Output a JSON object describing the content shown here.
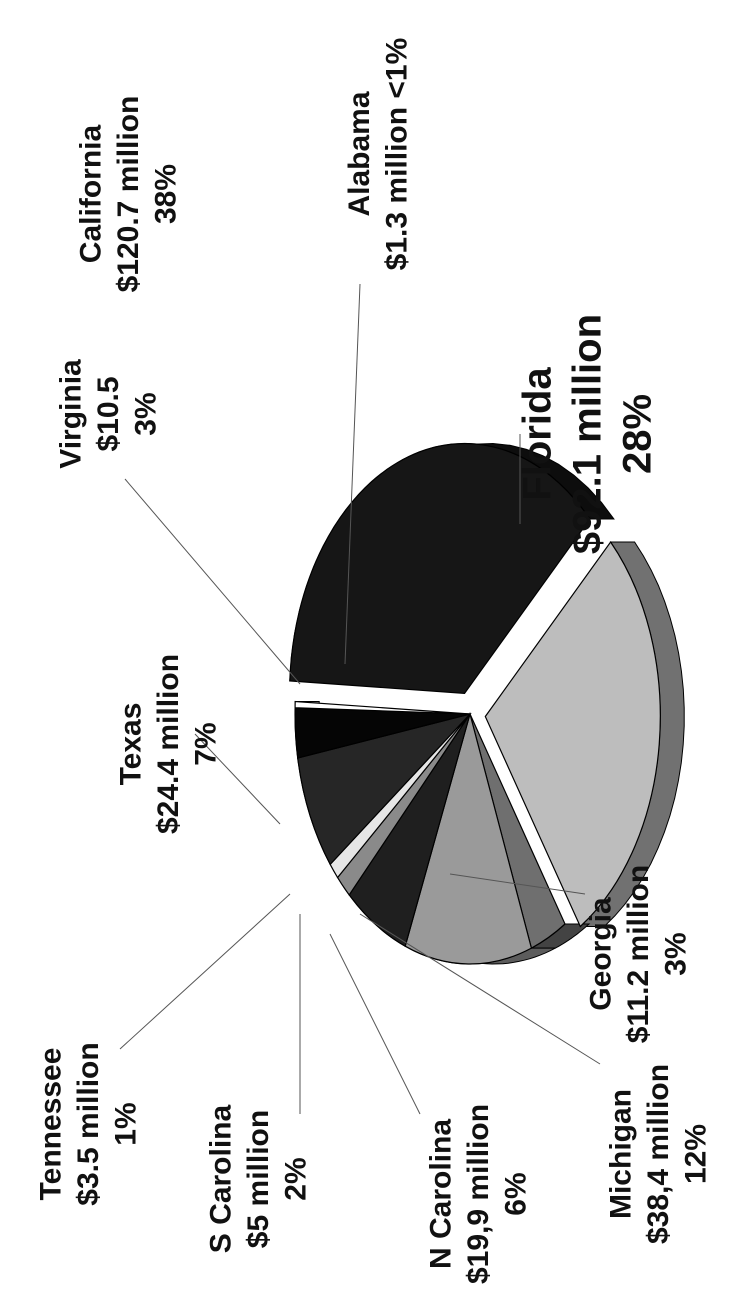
{
  "chart_data": {
    "type": "pie",
    "title": "",
    "slices": [
      {
        "label": "California",
        "amount": "$120.7 million",
        "value": 120.7,
        "percent": "38%",
        "color": "#161616"
      },
      {
        "label": "Florida",
        "amount": "$92.1 million",
        "value": 92.1,
        "percent": "28%",
        "color": "#bdbdbd"
      },
      {
        "label": "Georgia",
        "amount": "$11.2 million",
        "value": 11.2,
        "percent": "3%",
        "color": "#6f6f6f"
      },
      {
        "label": "Michigan",
        "amount": "$38,4 million",
        "value": 38.4,
        "percent": "12%",
        "color": "#9a9a9a"
      },
      {
        "label": "N Carolina",
        "amount": "$19,9 million",
        "value": 19.9,
        "percent": "6%",
        "color": "#1f1f1f"
      },
      {
        "label": "S Carolina",
        "amount": "$5 million",
        "value": 5.0,
        "percent": "2%",
        "color": "#8a8a8a"
      },
      {
        "label": "Tennessee",
        "amount": "$3.5 million",
        "value": 3.5,
        "percent": "1%",
        "color": "#e6e6e6"
      },
      {
        "label": "Texas",
        "amount": "$24.4 million",
        "value": 24.4,
        "percent": "7%",
        "color": "#262626"
      },
      {
        "label": "Virginia",
        "amount": "$10.5",
        "value": 10.5,
        "percent": "3%",
        "color": "#050505"
      },
      {
        "label": "Alabama",
        "amount": "$1.3 million <1%",
        "value": 1.3,
        "percent": "",
        "color": "#ffffff"
      }
    ]
  }
}
